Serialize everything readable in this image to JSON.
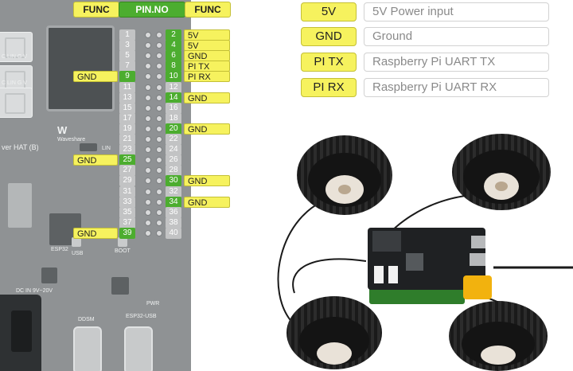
{
  "header": {
    "left_func": "FUNC",
    "pin_no": "PIN.NO",
    "right_func": "FUNC"
  },
  "left_pins": [
    {
      "num": "1"
    },
    {
      "num": "3"
    },
    {
      "num": "5"
    },
    {
      "num": "7"
    },
    {
      "num": "9",
      "func": "GND"
    },
    {
      "num": "11"
    },
    {
      "num": "13"
    },
    {
      "num": "15"
    },
    {
      "num": "17"
    },
    {
      "num": "19"
    },
    {
      "num": "21"
    },
    {
      "num": "23"
    },
    {
      "num": "25",
      "func": "GND"
    },
    {
      "num": "27"
    },
    {
      "num": "29"
    },
    {
      "num": "31"
    },
    {
      "num": "33"
    },
    {
      "num": "35"
    },
    {
      "num": "37"
    },
    {
      "num": "39",
      "func": "GND"
    }
  ],
  "right_pins": [
    {
      "num": "2",
      "func": "5V"
    },
    {
      "num": "4",
      "func": "5V"
    },
    {
      "num": "6",
      "func": "GND"
    },
    {
      "num": "8",
      "func": "PI TX"
    },
    {
      "num": "10",
      "func": "PI RX"
    },
    {
      "num": "12"
    },
    {
      "num": "14",
      "func": "GND"
    },
    {
      "num": "16"
    },
    {
      "num": "18"
    },
    {
      "num": "20",
      "func": "GND"
    },
    {
      "num": "22"
    },
    {
      "num": "24"
    },
    {
      "num": "26"
    },
    {
      "num": "28"
    },
    {
      "num": "30",
      "func": "GND"
    },
    {
      "num": "32"
    },
    {
      "num": "34",
      "func": "GND"
    },
    {
      "num": "36"
    },
    {
      "num": "38"
    },
    {
      "num": "40"
    }
  ],
  "legend": [
    {
      "key": "5V",
      "desc": "5V Power input"
    },
    {
      "key": "GND",
      "desc": "Ground"
    },
    {
      "key": "PI TX",
      "desc": "Raspberry Pi UART TX"
    },
    {
      "key": "PI RX",
      "desc": "Raspberry Pi UART RX"
    }
  ],
  "board_labels": {
    "hat": "ver HAT (B)",
    "brand": "Waveshare",
    "lin": "LIN",
    "esp32": "ESP32",
    "usb": "USB",
    "boot": "BOOT",
    "pwr": "PWR",
    "dc_in": "DC IN 9V~20V",
    "ddsm": "DDSM",
    "esp32_usb": "ESP32-USB",
    "conn_pins": "C LIN G V"
  }
}
